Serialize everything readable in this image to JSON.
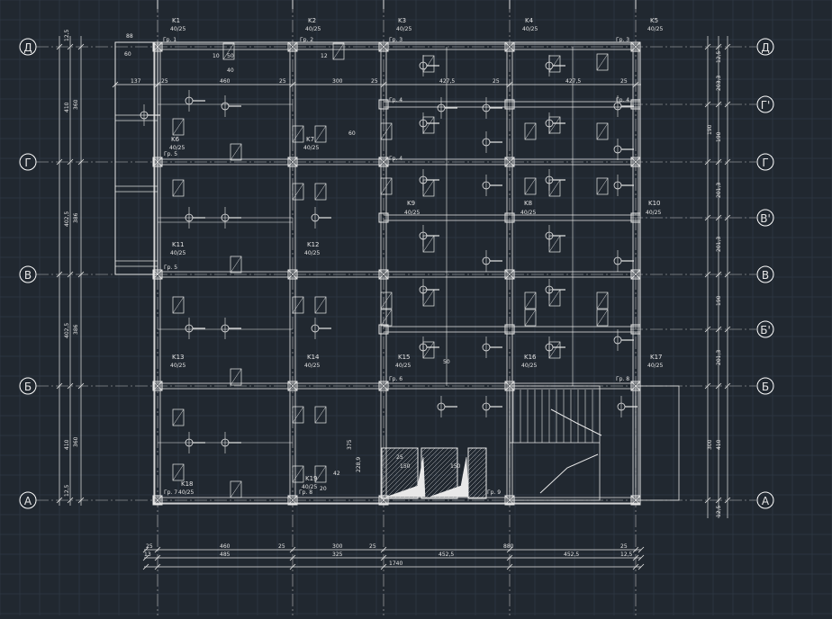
{
  "drawing": {
    "axis_labels_left": [
      "Д",
      "Г",
      "В",
      "Б",
      "А"
    ],
    "axis_labels_right": [
      "Д",
      "Г'",
      "Г",
      "В'",
      "В",
      "Б'",
      "Б",
      "А"
    ],
    "column_marks": [
      {
        "name": "K1",
        "section": "40/25"
      },
      {
        "name": "K2",
        "section": "40/25"
      },
      {
        "name": "K3",
        "section": "40/25"
      },
      {
        "name": "K4",
        "section": "40/25"
      },
      {
        "name": "K5",
        "section": "40/25"
      },
      {
        "name": "K6",
        "section": "40/25"
      },
      {
        "name": "K7",
        "section": "40/25"
      },
      {
        "name": "K8",
        "section": "40/25"
      },
      {
        "name": "K9",
        "section": "40/25"
      },
      {
        "name": "K10",
        "section": "40/25"
      },
      {
        "name": "K11",
        "section": "40/25"
      },
      {
        "name": "K12",
        "section": "40/25"
      },
      {
        "name": "K13",
        "section": "40/25"
      },
      {
        "name": "K14",
        "section": "40/25"
      },
      {
        "name": "K15",
        "section": "40/25"
      },
      {
        "name": "K16",
        "section": "40/25"
      },
      {
        "name": "K17",
        "section": "40/25"
      },
      {
        "name": "K18",
        "section": "40/25"
      },
      {
        "name": "K19",
        "section": "40/25"
      }
    ],
    "beam_labels": [
      "Гр. 1",
      "Гр. 2",
      "Гр. 3",
      "Гр. 3",
      "Гр. 4",
      "Гр. 4",
      "Гр. 4",
      "Гр. 5",
      "Гр. 5",
      "Гр. 6",
      "Гр. 8",
      "Гр. 7",
      "Гр. 8",
      "Гр. 9"
    ],
    "bottom_dims_row1": [
      "25",
      "460",
      "25",
      "300",
      "25",
      "880",
      "25"
    ],
    "bottom_dims_row2": [
      "13",
      "485",
      "325",
      "452,5",
      "452,5",
      "12,5"
    ],
    "bottom_total": "1740",
    "left_dims": [
      "12,5",
      "410",
      "360",
      "402,5",
      "386",
      "402,5",
      "386",
      "410",
      "360",
      "12,5"
    ],
    "right_dims": [
      "12,5",
      "203,3",
      "190",
      "201,3",
      "201,3",
      "190",
      "201,3",
      "190",
      "300",
      "410",
      "12,5"
    ],
    "top_dims": [
      "88",
      "60",
      "137",
      "25",
      "460",
      "25",
      "300",
      "25",
      "427,5",
      "25",
      "427,5",
      "25"
    ],
    "misc_labels": [
      "12",
      "50",
      "40",
      "10",
      "60",
      "50",
      "150",
      "150",
      "375",
      "228,9",
      "42",
      "20",
      "25"
    ]
  }
}
